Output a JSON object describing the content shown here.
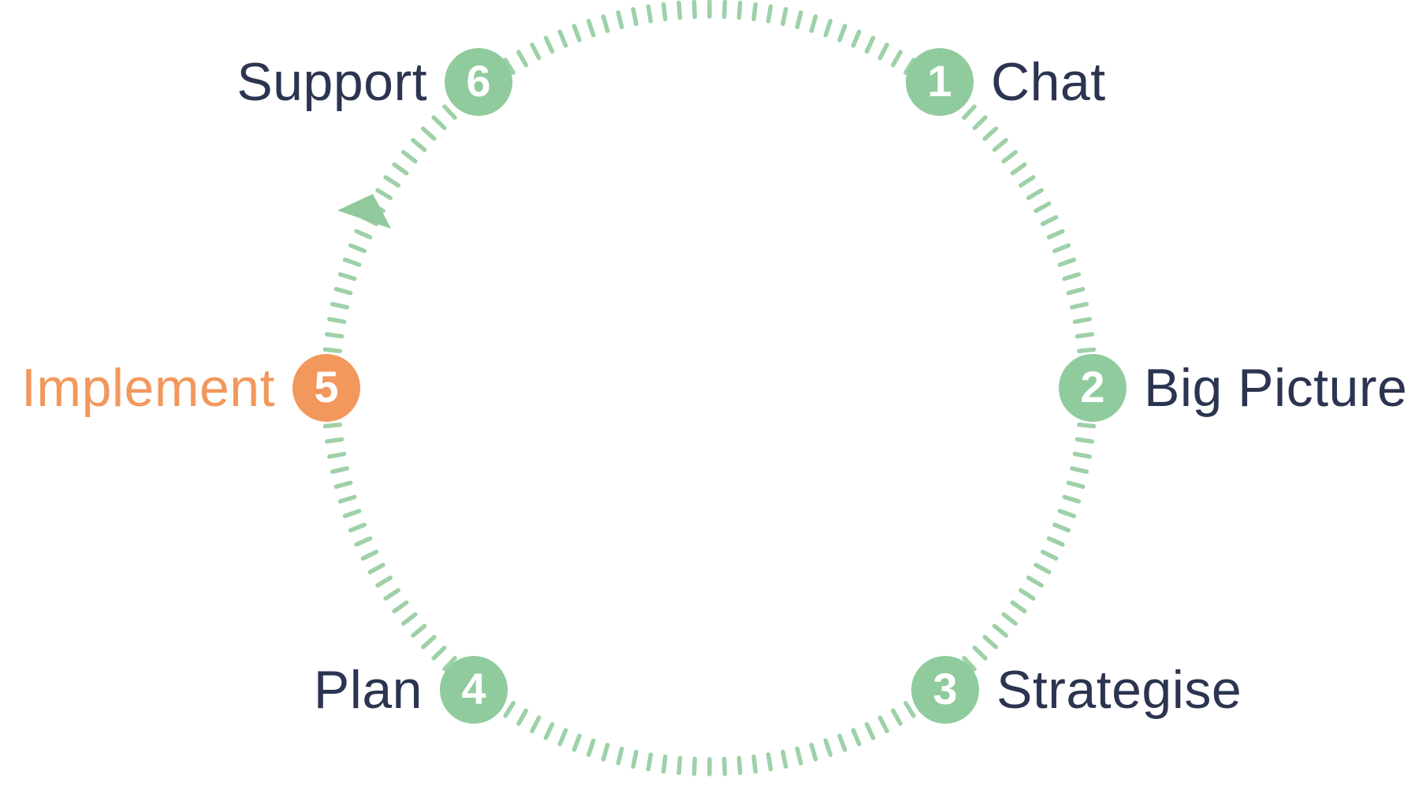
{
  "diagram": {
    "type": "circular-process-cycle",
    "direction": "clockwise",
    "ring_style": "dashed-tick-circle",
    "active_step_number": "5",
    "steps": [
      {
        "number": "1",
        "label": "Chat",
        "side": "right",
        "position": "top-right",
        "state": "default"
      },
      {
        "number": "2",
        "label": "Big Picture",
        "side": "right",
        "position": "right",
        "state": "default"
      },
      {
        "number": "3",
        "label": "Strategise",
        "side": "right",
        "position": "bottom-right",
        "state": "default"
      },
      {
        "number": "4",
        "label": "Plan",
        "side": "left",
        "position": "bottom-left",
        "state": "default"
      },
      {
        "number": "5",
        "label": "Implement",
        "side": "left",
        "position": "left",
        "state": "active"
      },
      {
        "number": "6",
        "label": "Support",
        "side": "left",
        "position": "top-left",
        "state": "default"
      }
    ],
    "icons": {
      "flow_arrow": "triangle-arrowhead pointing along clockwise flow between step 5 and step 6"
    }
  },
  "colors": {
    "background": "#ffffff",
    "step_green": "#90cb9d",
    "tick_green": "#9ed1a8",
    "arrow_green": "#8fc99c",
    "active_orange": "#f2985c",
    "label_navy": "#2b3450",
    "number_white": "#ffffff"
  }
}
